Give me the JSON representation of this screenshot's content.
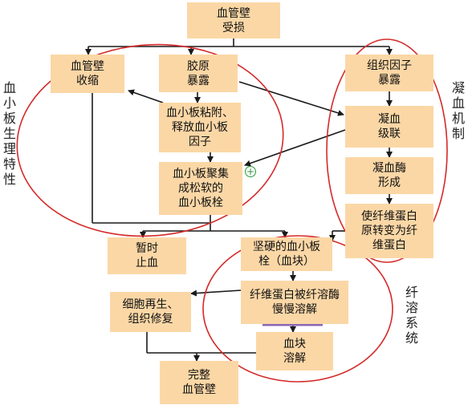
{
  "nodes": {
    "vessel_damage": "血管壁\n受损",
    "vasoconstriction": "血管壁\n收缩",
    "collagen_exposure": "胶原\n暴露",
    "tissue_factor": "组织因子\n暴露",
    "platelet_adhesion": "血小板粘附、\n释放血小板\n因子",
    "platelet_plug": "血小板聚集\n成松软的\n血小板栓",
    "coagulation_cascade": "凝血\n级联",
    "thrombin_formation": "凝血酶\n形成",
    "fibrin_conversion": "使纤维蛋白\n原转变为纤\n维蛋白",
    "temporary_hemostasis": "暂时\n止血",
    "hard_clot": "坚硬的血小板\n栓（血块）",
    "fibrinolysis": "纤维蛋白被纤溶酶\n慢慢溶解",
    "cell_regeneration": "细胞再生、\n组织修复",
    "clot_dissolution": "血块\n溶解",
    "intact_wall": "完整\n血管壁"
  },
  "labels": {
    "platelet_physiology": "血小板生理特性",
    "coagulation_mechanism": "凝血机制",
    "fibrinolytic_system": "纤溶系统"
  },
  "positive_feedback_symbol": "+",
  "colors": {
    "box_fill": "#fbd7a6",
    "line": "#1a1a1a",
    "circle": "#d42a2a",
    "feedback": "#2c9a3a",
    "accent_purple": "#8b67b5"
  }
}
